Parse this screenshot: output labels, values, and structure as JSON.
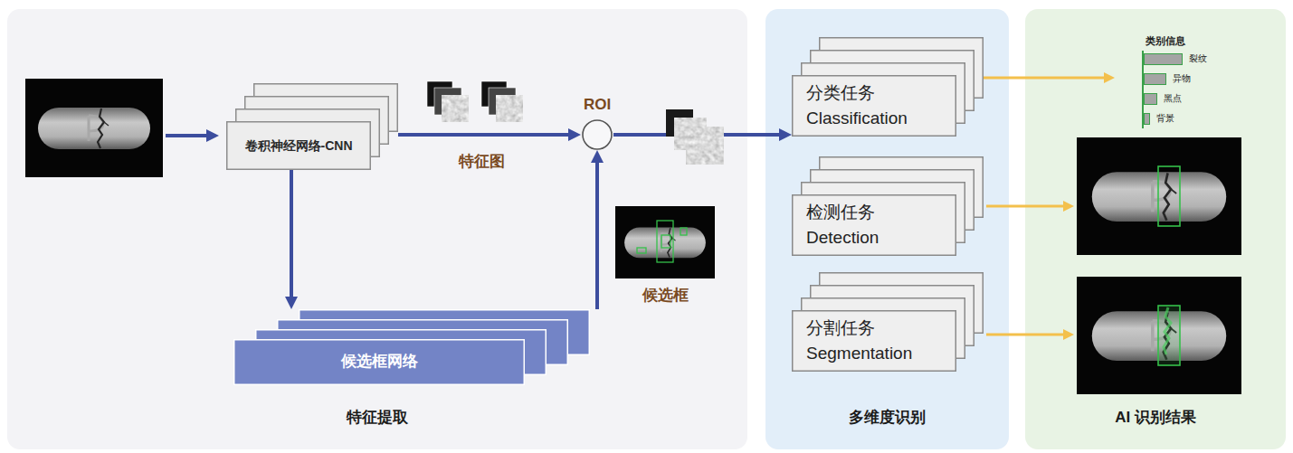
{
  "diagram": {
    "nodes": [
      {
        "text": [
          "特征提取"
        ]
      },
      {
        "text": [
          "卷积神经网络-CNN"
        ],
        "in": 0
      },
      {
        "text": [
          "ROI"
        ],
        "in": 0
      },
      {
        "text": [
          "候选框网络"
        ],
        "in": 0
      },
      {
        "text": [
          "多维度识别"
        ]
      },
      {
        "text": [
          "分类任务",
          "Classification"
        ],
        "in": 4
      },
      {
        "text": [
          "检测任务",
          "Detection"
        ],
        "in": 4
      },
      {
        "text": [
          "分割任务",
          "Segmentation"
        ],
        "in": 4
      },
      {
        "text": [
          "AI 识别结果"
        ]
      },
      {
        "text": [
          "类别信息",
          "裂纹",
          "异物",
          "黑点",
          "背景"
        ],
        "in": 8
      }
    ],
    "edges": [
      {
        "from": 1,
        "to": 2,
        "arrow": "to",
        "label": "特征图"
      },
      {
        "from": 1,
        "to": 3,
        "arrow": "to"
      },
      {
        "from": 3,
        "to": 2,
        "arrow": "to",
        "label": "候选框"
      },
      {
        "from": 2,
        "to": 5,
        "arrow": "to"
      },
      {
        "from": 5,
        "to": 9,
        "arrow": "to"
      }
    ]
  }
}
